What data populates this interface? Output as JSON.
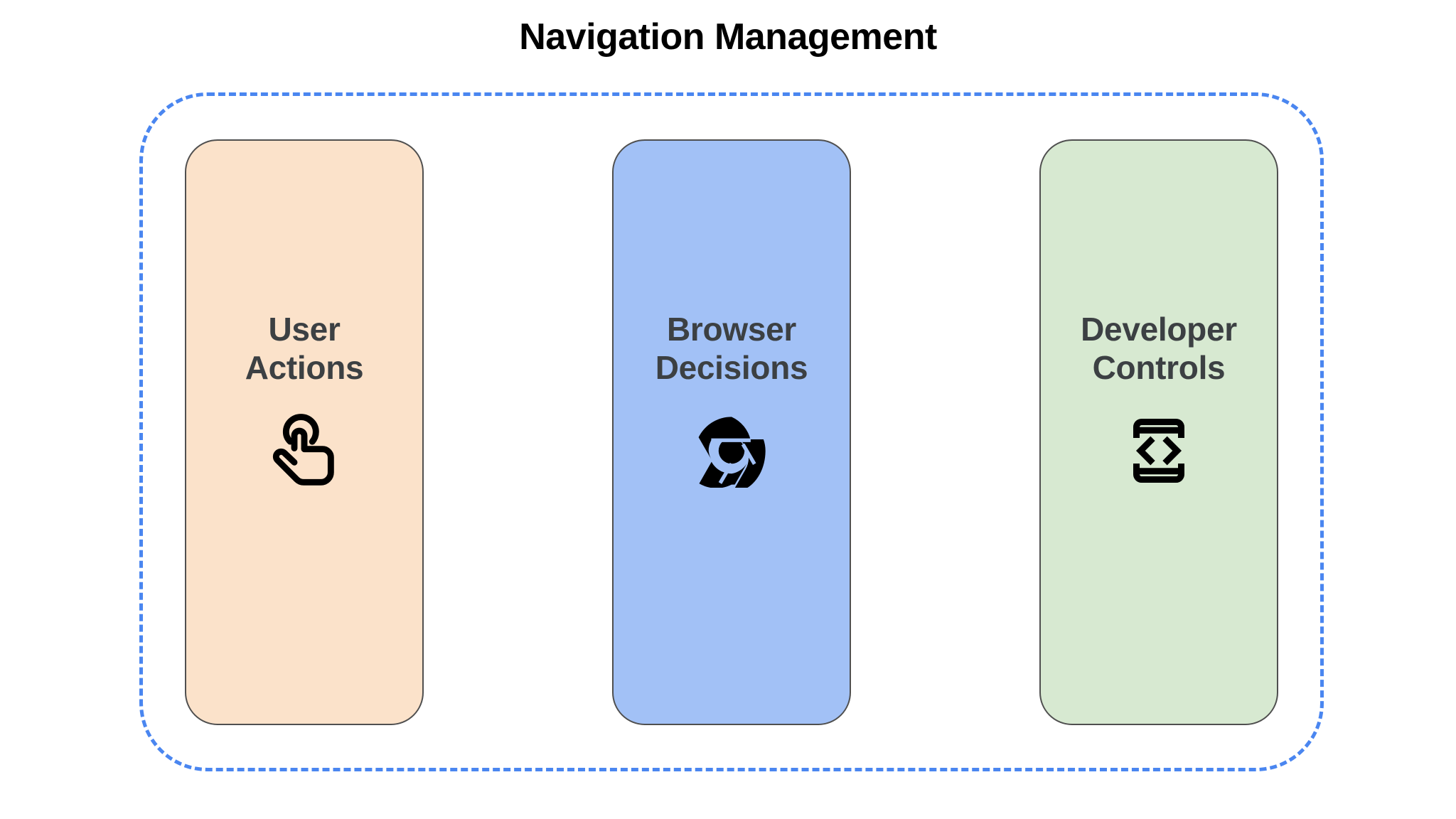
{
  "diagram": {
    "title": "Navigation Management",
    "title_color": "#000000",
    "container": {
      "border_style": "dashed",
      "border_color": "#4a86f0"
    },
    "card_border_color": "#4f4f4f",
    "label_color": "#3c4043",
    "cards": [
      {
        "label_line1": "User",
        "label_line2": "Actions",
        "fill": "#fbe2ca",
        "icon": "touch-app-icon"
      },
      {
        "label_line1": "Browser",
        "label_line2": "Decisions",
        "fill": "#a2c1f6",
        "icon": "chrome-logo-icon"
      },
      {
        "label_line1": "Developer",
        "label_line2": "Controls",
        "fill": "#d7e9d1",
        "icon": "developer-mode-icon"
      }
    ]
  }
}
